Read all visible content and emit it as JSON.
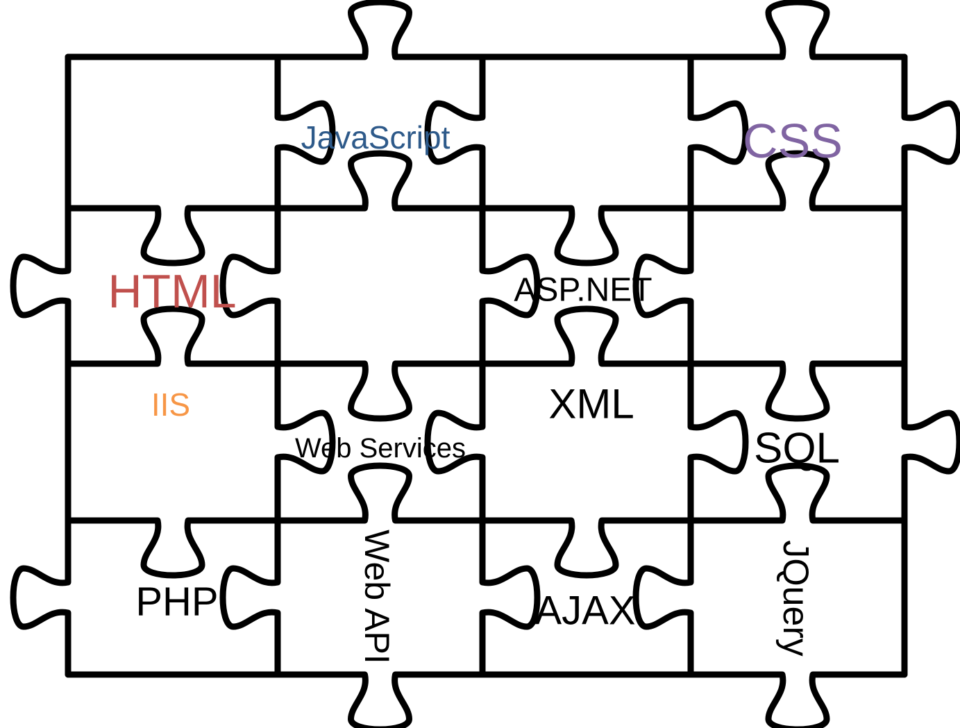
{
  "pieces": [
    {
      "id": "javascript",
      "label": "JavaScript",
      "color": "#2E5A8A"
    },
    {
      "id": "css",
      "label": "CSS",
      "color": "#8064A2"
    },
    {
      "id": "html",
      "label": "HTML",
      "color": "#C0504D"
    },
    {
      "id": "asp-net",
      "label": "ASP.NET",
      "color": "#000000"
    },
    {
      "id": "iis",
      "label": "IIS",
      "color": "#F79646"
    },
    {
      "id": "xml",
      "label": "XML",
      "color": "#000000"
    },
    {
      "id": "web-services",
      "label": "Web Services",
      "color": "#000000"
    },
    {
      "id": "sql",
      "label": "SQL",
      "color": "#000000"
    },
    {
      "id": "php",
      "label": "PHP",
      "color": "#000000"
    },
    {
      "id": "web-api",
      "label": "Web API",
      "color": "#000000"
    },
    {
      "id": "ajax",
      "label": "AJAX",
      "color": "#000000"
    },
    {
      "id": "jquery",
      "label": "JQuery",
      "color": "#000000"
    }
  ],
  "colors": {
    "outline": "#000000",
    "background": "#FFFFFF"
  }
}
